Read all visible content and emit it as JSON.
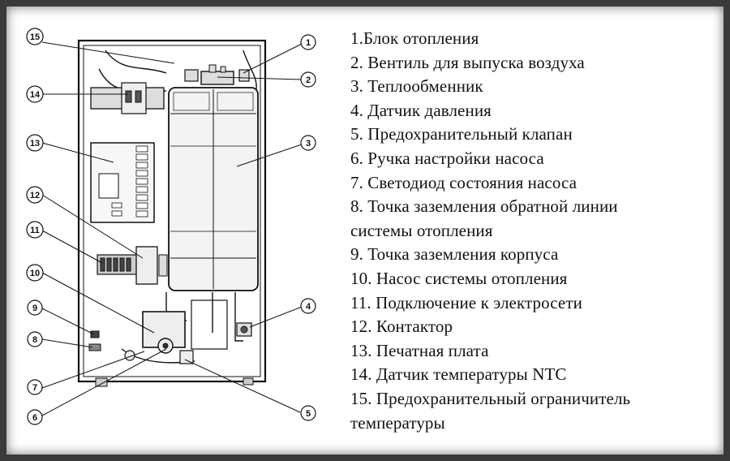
{
  "legend": {
    "items": [
      "1.Блок отопления",
      "2. Вентиль для выпуска воздуха",
      "3. Теплообменник",
      "4. Датчик давления",
      "5. Предохранительный клапан",
      "6. Ручка настройки насоса",
      "7. Светодиод состояния насоса",
      "8. Точка заземления обратной линии",
      "системы отопления",
      "9. Точка заземления корпуса",
      "10. Насос системы отопления",
      "11. Подключение к электросети",
      "12. Контактор",
      "13. Печатная плата",
      "14. Датчик температуры NTC",
      "15. Предохранительный ограничитель",
      "температуры"
    ]
  },
  "callouts": [
    "1",
    "2",
    "3",
    "4",
    "5",
    "6",
    "7",
    "8",
    "9",
    "10",
    "11",
    "12",
    "13",
    "14",
    "15"
  ]
}
